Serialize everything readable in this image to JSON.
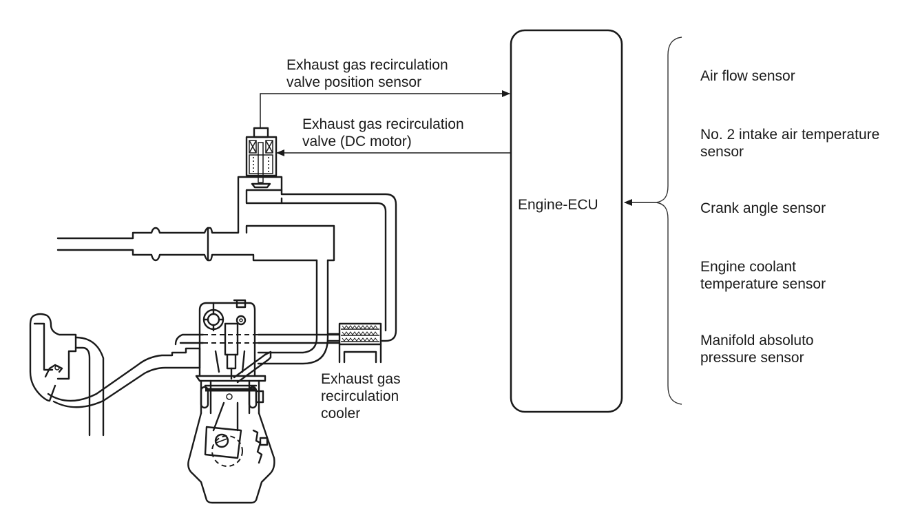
{
  "diagram": {
    "title": "Exhaust gas recirculation system",
    "colors": {
      "line": "#1a1a1a",
      "background": "#ffffff"
    },
    "ecu": {
      "label": "Engine-ECU"
    },
    "labels": {
      "valve_position_sensor": [
        "Exhaust gas recirculation",
        "valve position sensor"
      ],
      "valve_dc_motor": [
        "Exhaust gas recirculation",
        "valve (DC motor)"
      ],
      "cooler": [
        "Exhaust gas",
        "recirculation",
        "cooler"
      ]
    },
    "sensors": [
      {
        "lines": [
          "Air flow sensor"
        ]
      },
      {
        "lines": [
          "No. 2 intake air temperature",
          "sensor"
        ]
      },
      {
        "lines": [
          "Crank angle sensor"
        ]
      },
      {
        "lines": [
          "Engine coolant",
          "temperature sensor"
        ]
      },
      {
        "lines": [
          "Manifold absoluto",
          "pressure sensor"
        ]
      }
    ],
    "connections": [
      {
        "from": "valve_position_sensor",
        "to": "Engine-ECU"
      },
      {
        "from": "Engine-ECU",
        "to": "valve_dc_motor"
      },
      {
        "from": "sensors",
        "to": "Engine-ECU"
      }
    ]
  }
}
